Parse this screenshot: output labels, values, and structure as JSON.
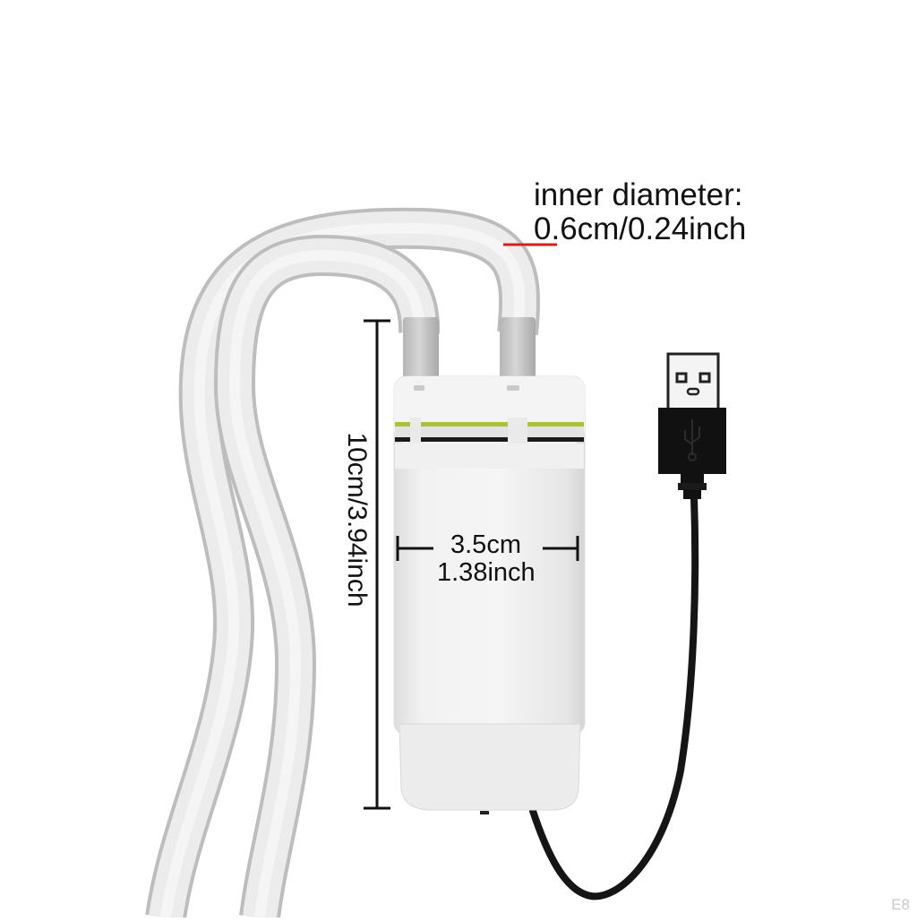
{
  "image": {
    "subject": "mini submersible water pump with USB cable and two silicone tubes",
    "background_color": "#ffffff"
  },
  "annotations": {
    "inner_diameter": {
      "label": "inner diameter:",
      "value": "0.6cm/0.24inch",
      "pointer_color": "#d62020"
    },
    "height": {
      "value": "10cm/3.94inch"
    },
    "width": {
      "cm": "3.5cm",
      "inch": "1.38inch"
    }
  },
  "objects": {
    "pump_body_color": "#ededed",
    "stripe_green": "#a8c23a",
    "stripe_black": "#1a1a1a",
    "tube_color": "#e6e6e6",
    "cable_color": "#151515",
    "usb_plug": "USB-A"
  },
  "watermark": "E8"
}
